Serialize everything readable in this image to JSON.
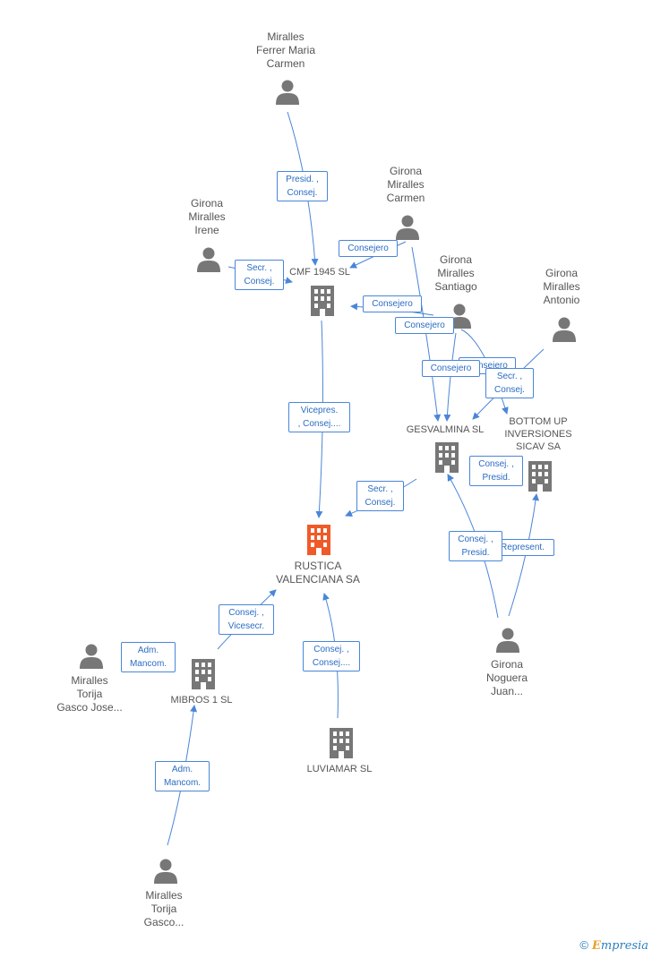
{
  "colors": {
    "edge": "#4a86d8",
    "person": "#777777",
    "company": "#777777",
    "focus": "#f05a28",
    "label_text": "#555555",
    "rel_text": "#2a6cc4"
  },
  "nodes": {
    "ferrer_maria": {
      "label": "Miralles\nFerrer Maria\nCarmen",
      "icon": "person-icon"
    },
    "girona_carmen": {
      "label": "Girona\nMiralles\nCarmen",
      "icon": "person-icon"
    },
    "girona_irene": {
      "label": "Girona\nMiralles\nIrene",
      "icon": "person-icon"
    },
    "girona_santiago": {
      "label": "Girona\nMiralles\nSantiago",
      "icon": "person-icon"
    },
    "girona_antonio": {
      "label": "Girona\nMiralles\nAntonio",
      "icon": "person-icon"
    },
    "cmf": {
      "label": "CMF 1945 SL",
      "icon": "building-icon"
    },
    "gesvalmina": {
      "label": "GESVALMINA SL",
      "icon": "building-icon"
    },
    "bottom_up": {
      "label": "BOTTOM UP\nINVERSIONES\nSICAV SA",
      "icon": "building-icon"
    },
    "rustica": {
      "label": "RUSTICA\nVALENCIANA SA",
      "icon": "building-icon"
    },
    "mibros": {
      "label": "MIBROS 1 SL",
      "icon": "building-icon"
    },
    "luviamar": {
      "label": "LUVIAMAR  SL",
      "icon": "building-icon"
    },
    "torija_jose": {
      "label": "Miralles\nTorija\nGasco Jose...",
      "icon": "person-icon"
    },
    "torija_gasco": {
      "label": "Miralles\nTorija\nGasco...",
      "icon": "person-icon"
    },
    "girona_juan": {
      "label": "Girona\nNoguera\nJuan...",
      "icon": "person-icon"
    }
  },
  "relations": {
    "r1": "Presid. ,\nConsej.",
    "r2": "Consejero",
    "r3": "Secr. ,\nConsej.",
    "r4": "Consejero",
    "r5": "Consejero",
    "r6": "Consejero",
    "r7": "Consejero",
    "r8": "Secr. ,\nConsej.",
    "r9": "Vicepres.\n, Consej....",
    "r10": "Secr. ,\nConsej.",
    "r11": "Consej. ,\nPresid.",
    "r12": "Consej. ,\nPresid.",
    "r13": "Represent.",
    "r14": "Consej. ,\nVicesecr.",
    "r15": "Adm.\nMancom.",
    "r16": "Consej. ,\nConsej....",
    "r17": "Adm.\nMancom."
  },
  "footer": {
    "copyright": "©",
    "brand_first": "E",
    "brand_rest": "mpresia"
  }
}
